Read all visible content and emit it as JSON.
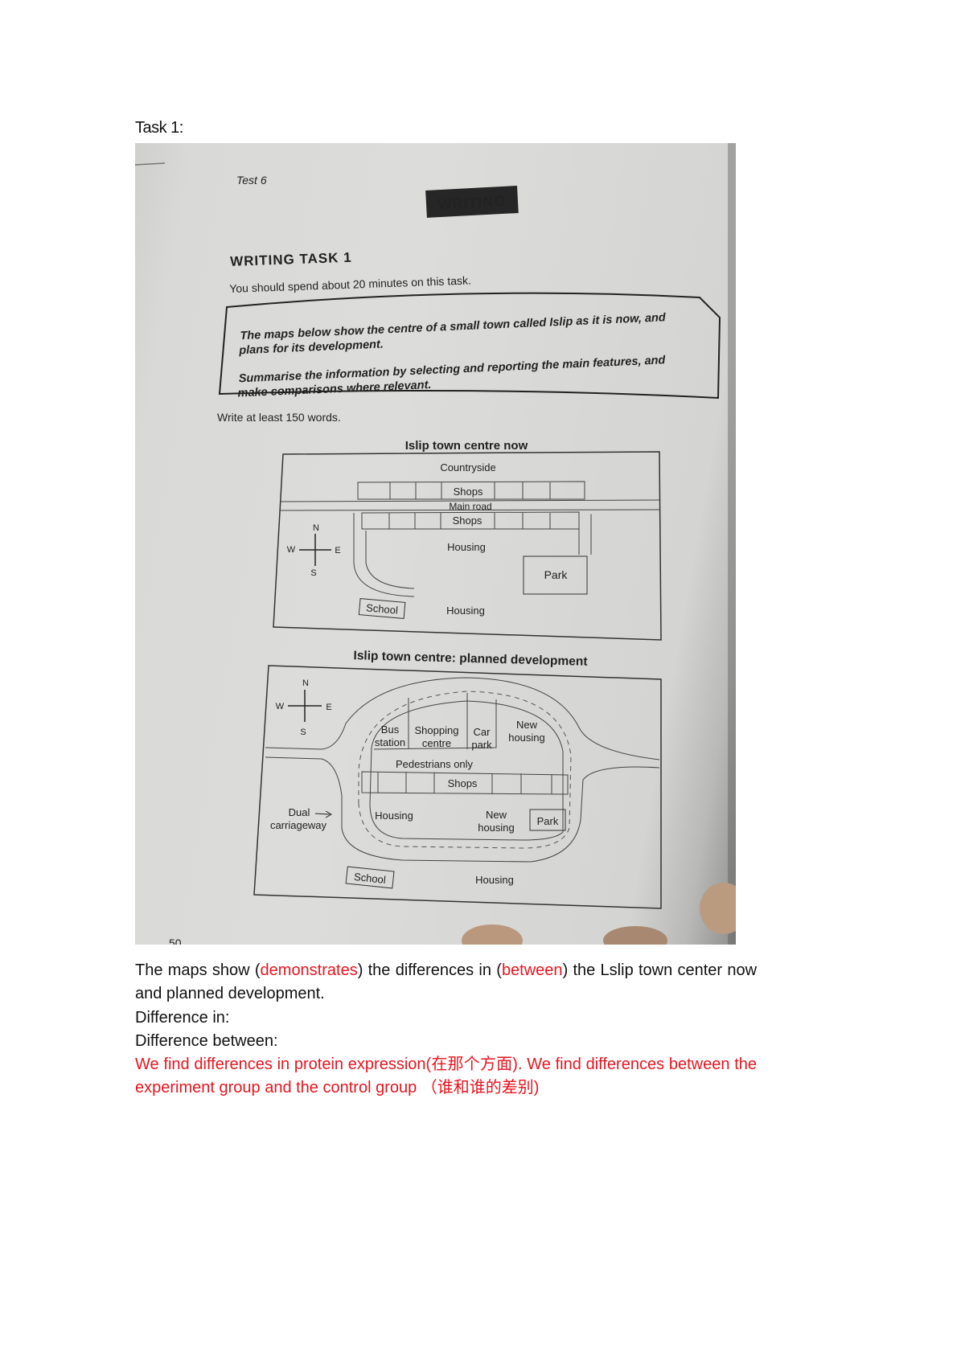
{
  "heading": "Task 1:",
  "photo": {
    "test_label": "Test 6",
    "section_badge": "WRITING",
    "task_title": "WRITING TASK 1",
    "time_note": "You should spend about 20 minutes on this task.",
    "prompt_line1": "The maps below show the centre of a small town called Islip as it is now, and",
    "prompt_line2": "plans for its development.",
    "prompt_line3": "Summarise the information by selecting and reporting the main features, and",
    "prompt_line4": "make comparisons where relevant.",
    "word_count": "Write at least 150 words.",
    "page_number": "50",
    "map_now": {
      "title": "Islip town centre now",
      "countryside": "Countryside",
      "shops_north": "Shops",
      "main_road": "Main road",
      "shops_south": "Shops",
      "housing_1": "Housing",
      "park": "Park",
      "school": "School",
      "housing_2": "Housing",
      "compass": {
        "n": "N",
        "s": "S",
        "e": "E",
        "w": "W"
      }
    },
    "map_planned": {
      "title": "Islip town centre: planned development",
      "bus_station": [
        "Bus",
        "station"
      ],
      "shopping_centre": [
        "Shopping",
        "centre"
      ],
      "car_park": [
        "Car",
        "park"
      ],
      "new_housing_north": [
        "New",
        "housing"
      ],
      "pedestrians": "Pedestrians only",
      "shops": "Shops",
      "housing": "Housing",
      "new_housing_south": [
        "New",
        "housing"
      ],
      "park": "Park",
      "dual_carriageway": [
        "Dual",
        "carriageway"
      ],
      "school": "School",
      "housing_south": "Housing",
      "compass": {
        "n": "N",
        "s": "S",
        "e": "E",
        "w": "W"
      }
    }
  },
  "notes": {
    "p1_a": "The maps show (",
    "p1_red1": "demonstrates",
    "p1_b": ") the differences in (",
    "p1_red2": "between",
    "p1_c": ") the Lslip town center now and planned development.",
    "p2": "Difference in:",
    "p3": "Difference between:",
    "p4": "We find differences in protein expression(在那个方面). We find differences between the experiment group and the control group （谁和谁的差别)"
  },
  "colors": {
    "accent_red": "#e8141e",
    "text": "#111111"
  }
}
